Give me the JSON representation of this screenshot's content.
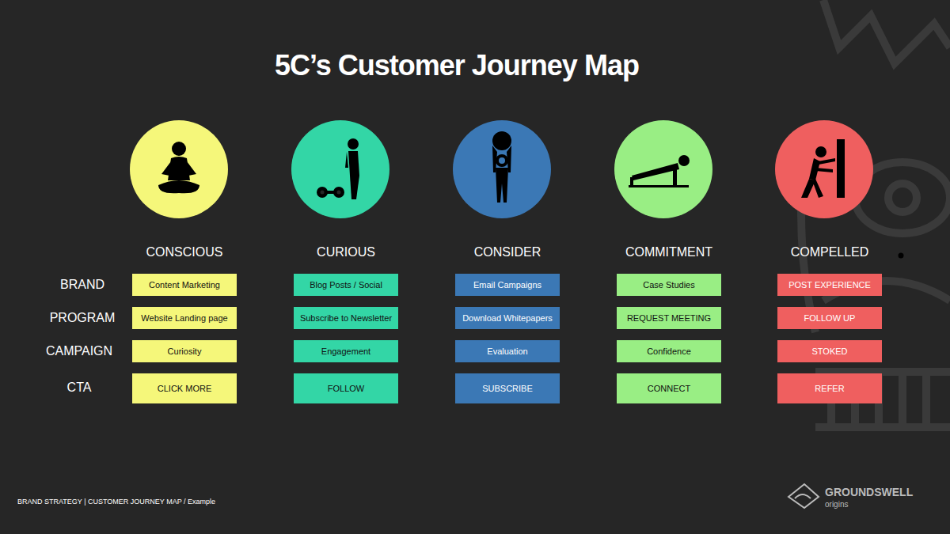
{
  "diagram": {
    "title": "5C’s Customer Journey Map",
    "nodes": [
      {
        "text": [
          "Content Marketing"
        ]
      },
      {
        "text": [
          "Blog Posts / Social"
        ]
      },
      {
        "text": [
          "Email Campaigns"
        ]
      },
      {
        "text": [
          "Case Studies"
        ]
      },
      {
        "text": [
          "POST EXPERIENCE"
        ]
      },
      {
        "text": [
          "Website Landing page"
        ]
      },
      {
        "text": [
          "Subscribe to Newsletter"
        ]
      },
      {
        "text": [
          "Download Whitepapers"
        ]
      },
      {
        "text": [
          "REQUEST MEETING"
        ]
      },
      {
        "text": [
          "FOLLOW UP"
        ]
      },
      {
        "text": [
          "Curiosity"
        ]
      },
      {
        "text": [
          "Engagement"
        ]
      },
      {
        "text": [
          "Evaluation"
        ]
      },
      {
        "text": [
          "Confidence"
        ]
      },
      {
        "text": [
          "STOKED"
        ]
      },
      {
        "text": [
          "CLICK MORE"
        ]
      },
      {
        "text": [
          "FOLLOW"
        ]
      },
      {
        "text": [
          "SUBSCRIBE"
        ]
      },
      {
        "text": [
          "CONNECT"
        ]
      },
      {
        "text": [
          "REFER"
        ]
      }
    ],
    "labels": [
      "CONSCIOUS",
      "CURIOUS",
      "CONSIDER",
      "COMMITMENT",
      "COMPELLED",
      "BRAND",
      "PROGRAM",
      "CAMPAIGN",
      "CTA",
      "BRAND STRATEGY | CUSTOMER JOURNEY MAP / Example",
      "GROUNDSWELL",
      "origins"
    ]
  }
}
